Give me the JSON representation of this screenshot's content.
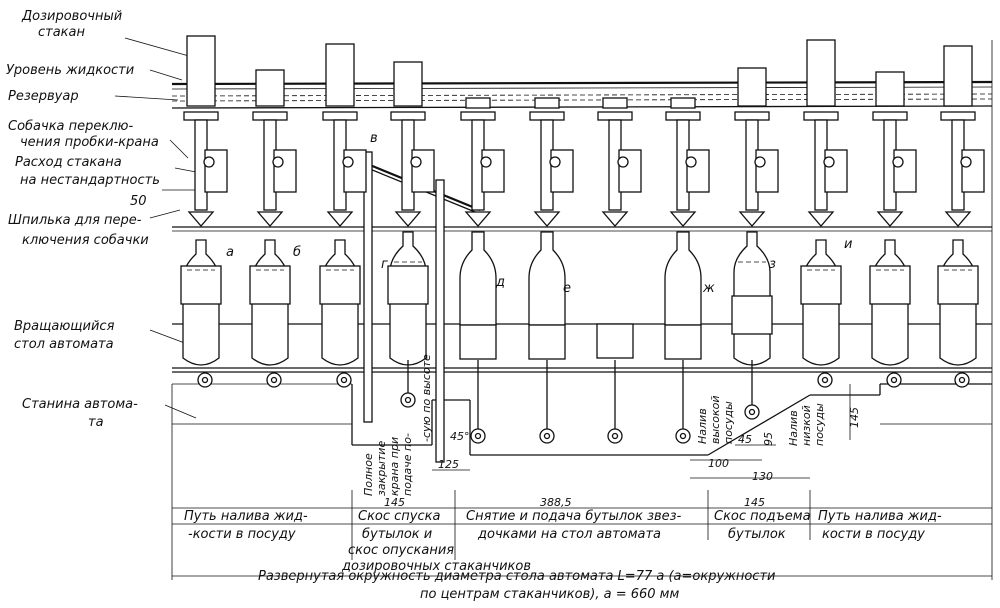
{
  "labels": {
    "dosing_cup": [
      "Дозировочный",
      "стакан"
    ],
    "liquid_level": "Уровень жидкости",
    "reservoir": "Резервуар",
    "dog": [
      "Собачка переклю-",
      "чения пробки-крана"
    ],
    "cup_flow": [
      "Расход стакана",
      "на нестандартность"
    ],
    "dim_50": "50",
    "pin": [
      "Шпилька для пере-",
      "ключения собачки"
    ],
    "table": [
      "Вращающийся",
      "стол автомата"
    ],
    "frame": [
      "Станина автома-",
      "та"
    ]
  },
  "letters": [
    "а",
    "б",
    "в",
    "г",
    "д",
    "е",
    "ж",
    "з",
    "и"
  ],
  "vertical_notes": {
    "full_close": [
      "Полное",
      "закрытие",
      "крана при",
      "подаче по-"
    ],
    "height_note": "-сую по высоте",
    "tall_fill": [
      "Налив",
      "высокой",
      "посуды"
    ],
    "low_fill": [
      "Налив",
      "низкой",
      "посуды"
    ]
  },
  "dims": {
    "d45a": "45°",
    "d125": "125",
    "d45b": "45",
    "d95": "95",
    "d100": "100",
    "d130": "130",
    "d145": "145",
    "s145a": "145",
    "s388": "388,5",
    "s145b": "145"
  },
  "segments": {
    "s1": [
      "Путь налива жид-",
      "-кости в посуду"
    ],
    "s2": [
      "Скос спуска",
      "бутылок и",
      "скос опускания",
      "дозировочных стаканчиков"
    ],
    "s3": [
      "Снятие и подача бутылок звез-",
      "дочками на стол автомата"
    ],
    "s4": [
      "Скос подъема",
      "бутылок"
    ],
    "s5": [
      "Путь налива жид-",
      "кости в посуду"
    ]
  },
  "caption": [
    "Развернутая окружность диаметра стола автомата L=77 а (а=окружности",
    "по центрам стаканчиков), а = 660 мм"
  ]
}
